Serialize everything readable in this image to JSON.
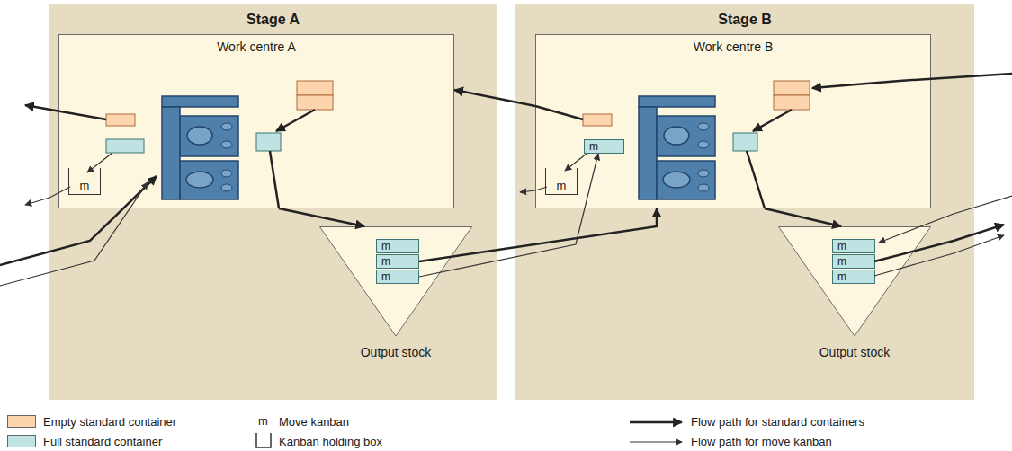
{
  "diagram": {
    "nodes": [
      {
        "text": [
          "Stage A"
        ]
      },
      {
        "text": [
          "Work centre A"
        ],
        "in": 0
      },
      {
        "text": [
          "m"
        ],
        "in": 1
      },
      {
        "text": [
          "Output stock"
        ],
        "in": 0
      },
      {
        "text": [
          "m"
        ],
        "in": 3
      },
      {
        "text": [
          "m"
        ],
        "in": 3
      },
      {
        "text": [
          "m"
        ],
        "in": 3
      },
      {
        "text": [
          "Stage B"
        ]
      },
      {
        "text": [
          "Work centre B"
        ],
        "in": 7
      },
      {
        "text": [
          "m"
        ],
        "in": 8
      },
      {
        "text": [
          "m"
        ],
        "in": 8
      },
      {
        "text": [
          "Output stock"
        ],
        "in": 7
      },
      {
        "text": [
          "m"
        ],
        "in": 11
      },
      {
        "text": [
          "m"
        ],
        "in": 11
      },
      {
        "text": [
          "m"
        ],
        "in": 11
      }
    ],
    "edges": [
      {
        "from": 1,
        "to": 3,
        "arrow": "to"
      },
      {
        "from": 5,
        "to": 8,
        "arrow": "to"
      },
      {
        "from": 6,
        "to": 9,
        "arrow": "to"
      },
      {
        "from": 8,
        "to": 1,
        "arrow": "to"
      },
      {
        "from": 8,
        "to": 11,
        "arrow": "to"
      }
    ],
    "labels": [
      "m"
    ],
    "legend": [
      {
        "text": "Empty standard container",
        "color": "#fcd5ae"
      },
      {
        "text": "Full standard container",
        "color": "#bfe3e2"
      },
      {
        "text": "Move kanban"
      },
      {
        "text": "Kanban holding box"
      },
      {
        "text": "Flow path for standard containers"
      },
      {
        "text": "Flow path for move kanban"
      }
    ]
  }
}
